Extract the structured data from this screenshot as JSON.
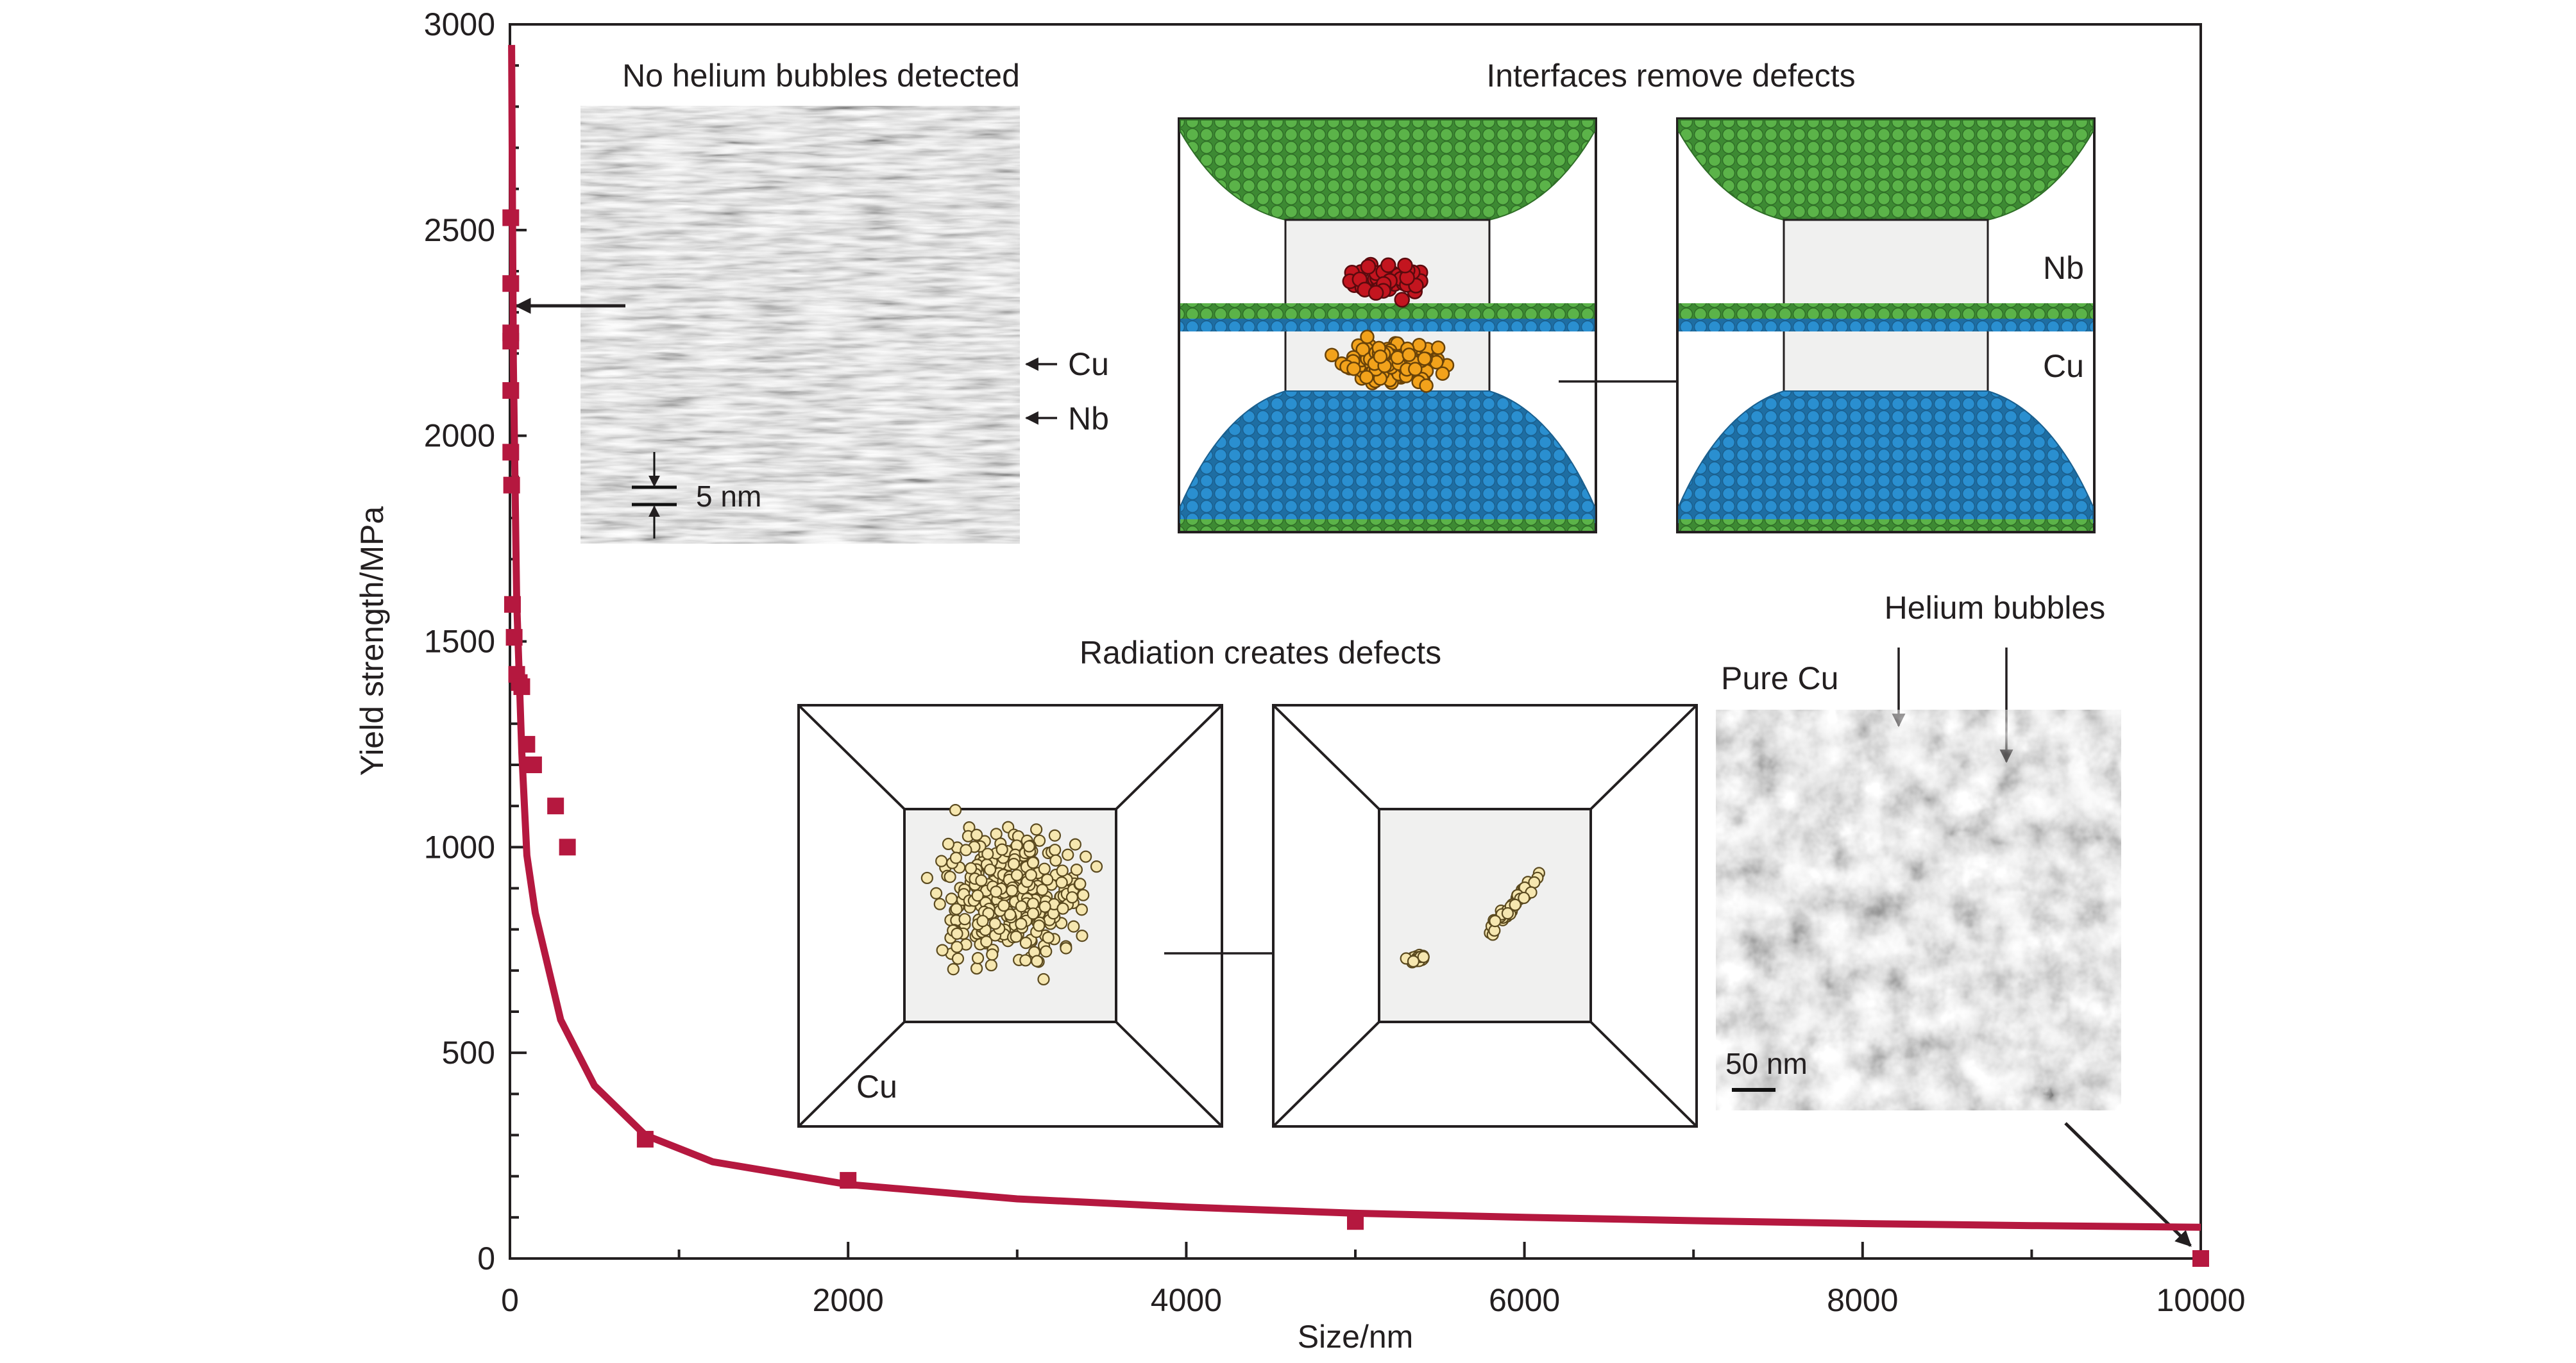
{
  "chart_data": {
    "type": "scatter",
    "xlabel": "Size/nm",
    "ylabel": "Yield strength/MPa",
    "xlim": [
      0,
      10000
    ],
    "ylim": [
      0,
      3000
    ],
    "x_ticks": [
      "0",
      "2000",
      "4000",
      "6000",
      "8000",
      "10000"
    ],
    "y_ticks": [
      "0",
      "500",
      "1000",
      "1500",
      "2000",
      "2500",
      "3000"
    ],
    "grid": false,
    "marker_color": "#b5183f",
    "series": [
      {
        "type": "scatter",
        "x": [
          5,
          5,
          5,
          5,
          5,
          5,
          10,
          15,
          25,
          40,
          55,
          70,
          100,
          140,
          270,
          340,
          800,
          2000,
          5000,
          10000
        ],
        "y": [
          2530,
          2370,
          2250,
          2230,
          2110,
          1960,
          1880,
          1590,
          1510,
          1420,
          1400,
          1390,
          1250,
          1200,
          1100,
          1000,
          290,
          190,
          90,
          0
        ]
      },
      {
        "type": "line",
        "fit": "power-law",
        "x": [
          10,
          20,
          40,
          70,
          100,
          150,
          300,
          500,
          800,
          1200,
          2000,
          3000,
          4000,
          5000,
          6000,
          7000,
          8000,
          9000,
          10000
        ],
        "y": [
          2950,
          2180,
          1600,
          1230,
          980,
          840,
          580,
          420,
          300,
          235,
          180,
          145,
          125,
          110,
          100,
          92,
          85,
          80,
          76
        ]
      }
    ],
    "annotations": {
      "tem_top": {
        "title": "No helium bubbles detected",
        "label_cu": "Cu",
        "label_nb": "Nb",
        "scale": "5 nm"
      },
      "md_top": {
        "title": "Interfaces remove defects",
        "label_nb": "Nb",
        "label_cu": "Cu"
      },
      "md_bottom": {
        "title": "Radiation creates defects",
        "label_cu": "Cu"
      },
      "tem_bottom": {
        "title": "Helium bubbles",
        "label": "Pure Cu",
        "scale": "50 nm"
      }
    },
    "colors": {
      "nb_atoms": "#5bb349",
      "cu_atoms": "#2a8fd0",
      "red_defects": "#c3151f",
      "orange_defects": "#f2a21b",
      "vacancy_clusters": "#f6e7b0"
    }
  }
}
